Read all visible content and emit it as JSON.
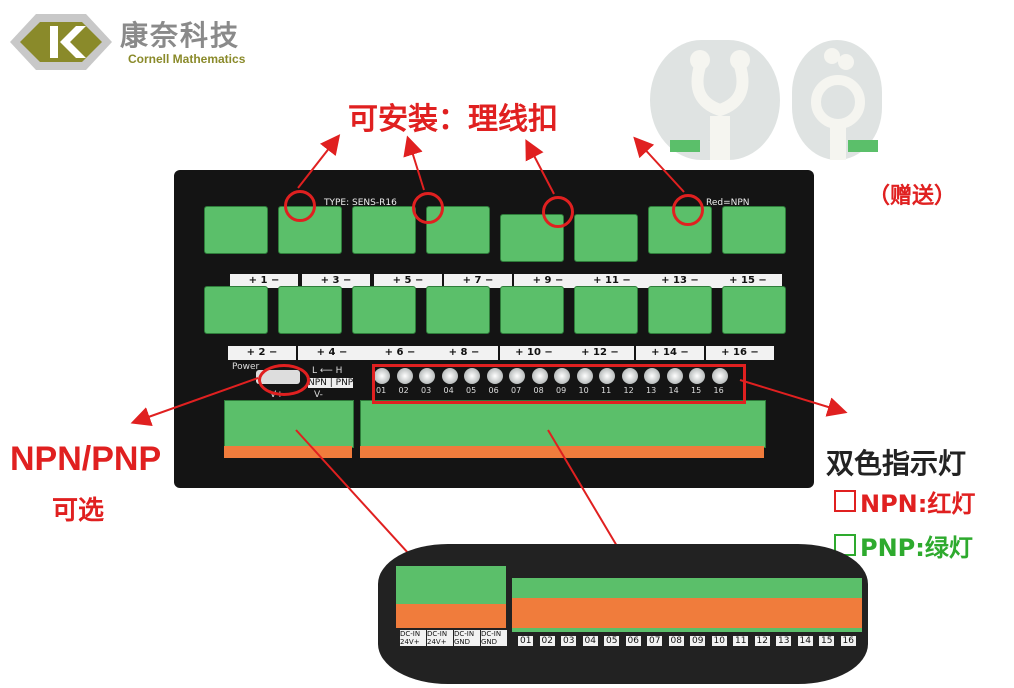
{
  "brand": {
    "name_cn": "康奈科技",
    "name_en": "Cornell Mathematics"
  },
  "callouts": {
    "install": "可安装：理线扣",
    "gift": "（赠送）",
    "npn_pnp": "NPN/PNP",
    "optional": "可选",
    "bicolor": "双色指示灯",
    "npn_red": "NPN:红灯",
    "pnp_green": "PNP:绿灯"
  },
  "board": {
    "type_label": "TYPE: SENS-R16",
    "red_npn": "Red=NPN",
    "switch_label": "L ⟵ H",
    "switch_opts": "NPN | PNP",
    "power": "Power",
    "vplus": "V+",
    "vminus": "V-",
    "terminal_labels_top": [
      "1",
      "3",
      "5",
      "7",
      "9",
      "11",
      "13",
      "15"
    ],
    "terminal_labels_bottom": [
      "2",
      "4",
      "6",
      "8",
      "10",
      "12",
      "14",
      "16"
    ],
    "led_numbers": [
      "01",
      "02",
      "03",
      "04",
      "05",
      "06",
      "07",
      "08",
      "09",
      "10",
      "11",
      "12",
      "13",
      "14",
      "15",
      "16"
    ],
    "power_terms": [
      "24V+",
      "24V+",
      "GND",
      "GND"
    ],
    "dc_terms": [
      "DC-IN 24V+",
      "DC-IN 24V+",
      "DC-IN GND",
      "DC-IN GND"
    ]
  },
  "colors": {
    "red": "#e02020",
    "green": "#2eaa2e",
    "terminal_green": "#5bbf6a",
    "orange": "#f07c3c"
  }
}
